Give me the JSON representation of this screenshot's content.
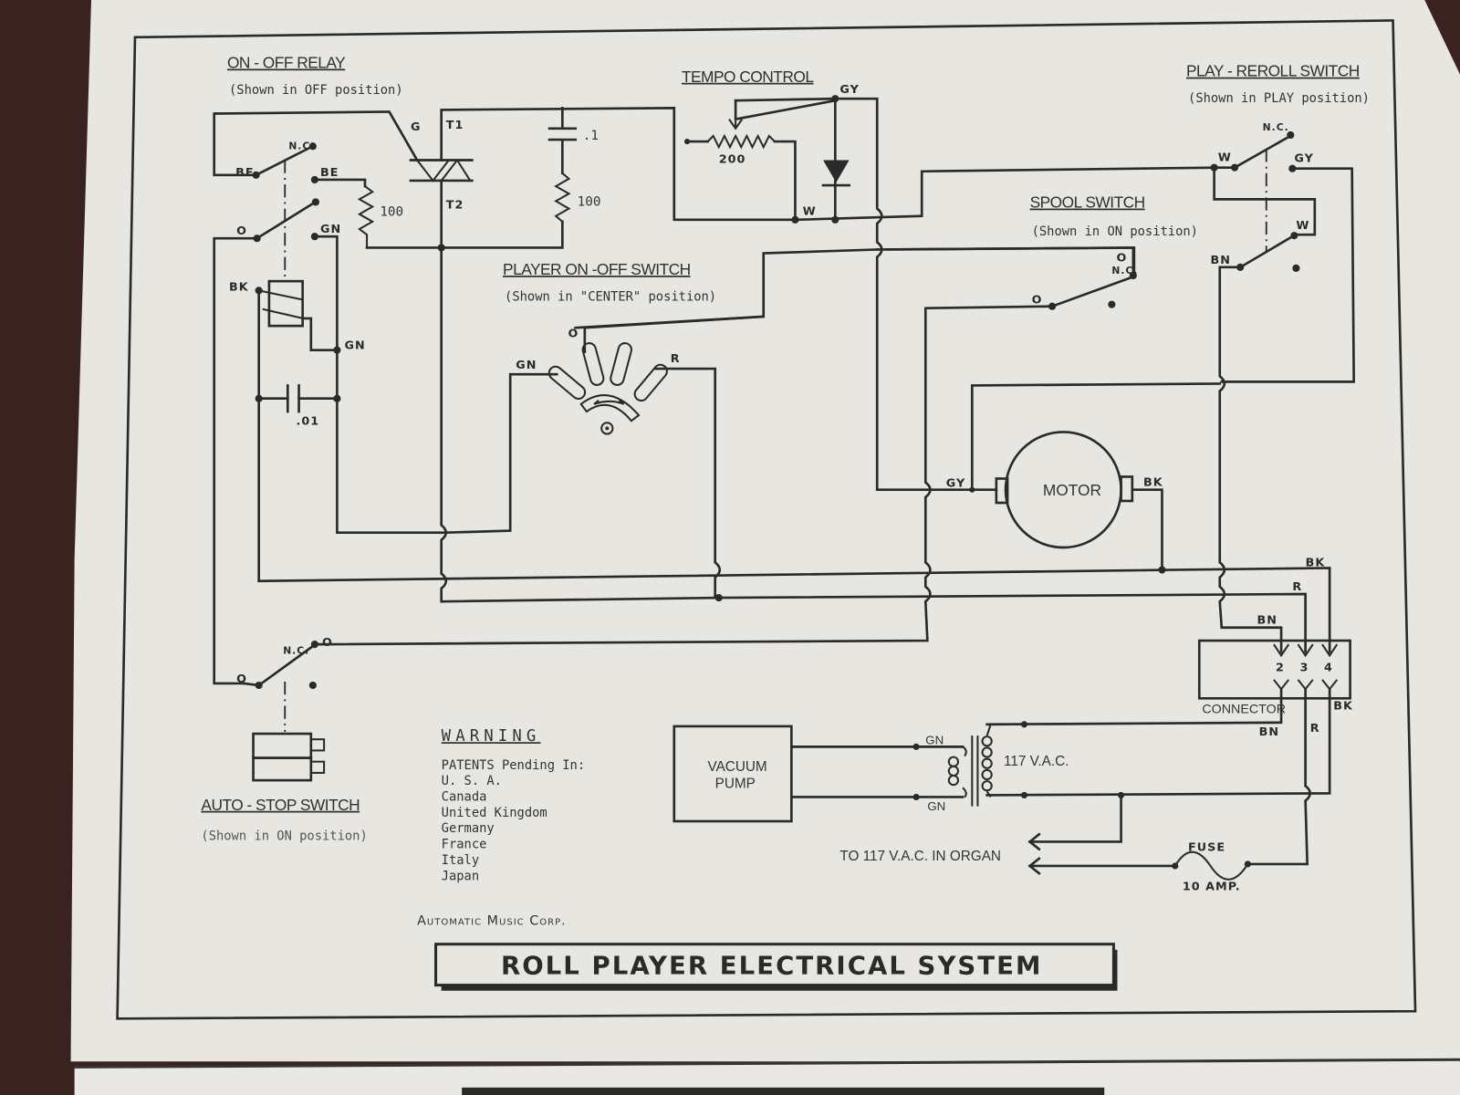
{
  "document": {
    "title": "ROLL PLAYER ELECTRICAL SYSTEM",
    "company": "Automatic Music Corp.",
    "colors": {
      "paper": "#e7e6e1",
      "ink": "#2a2a2a",
      "background": "#3a2220"
    }
  },
  "sections": {
    "on_off_relay": {
      "title": "ON - OFF RELAY",
      "note": "(Shown in OFF position)"
    },
    "tempo_control": {
      "title": "TEMPO CONTROL"
    },
    "play_reroll_switch": {
      "title": "PLAY - REROLL SWITCH",
      "note": "(Shown in PLAY position)"
    },
    "spool_switch": {
      "title": "SPOOL SWITCH",
      "note": "(Shown in ON position)"
    },
    "player_on_off_switch": {
      "title": "PLAYER ON -OFF SWITCH",
      "note": "(Shown in \"CENTER\" position)"
    },
    "auto_stop_switch": {
      "title": "AUTO - STOP SWITCH",
      "note": "(Shown in ON position)"
    }
  },
  "components": {
    "triac": {
      "gate": "G",
      "t1": "T1",
      "t2": "T2"
    },
    "relay_resistor": "100",
    "snubber_capacitor": ".1",
    "snubber_resistor": "100",
    "coil_capacitor": ".01",
    "tempo_pot": "200",
    "motor": "MOTOR",
    "vacuum_pump_line1": "VACUUM",
    "vacuum_pump_line2": "PUMP",
    "transformer_voltage": "117 V.A.C.",
    "connector": "CONNECTOR",
    "connector_pins": [
      "2",
      "3",
      "4"
    ],
    "fuse": "FUSE",
    "fuse_rating": "10 AMP.",
    "organ_feed": "TO 117 V.A.C. IN ORGAN"
  },
  "wire_labels": {
    "be": "BE",
    "nc": "N.C.",
    "o": "O",
    "gn": "GN",
    "bk": "BK",
    "gy": "GY",
    "w": "W",
    "bn": "BN",
    "r": "R"
  },
  "warning": {
    "heading": "WARNING",
    "lines": [
      "PATENTS Pending In:",
      "U. S. A.",
      "Canada",
      "United Kingdom",
      "Germany",
      "France",
      "Italy",
      "Japan"
    ]
  }
}
